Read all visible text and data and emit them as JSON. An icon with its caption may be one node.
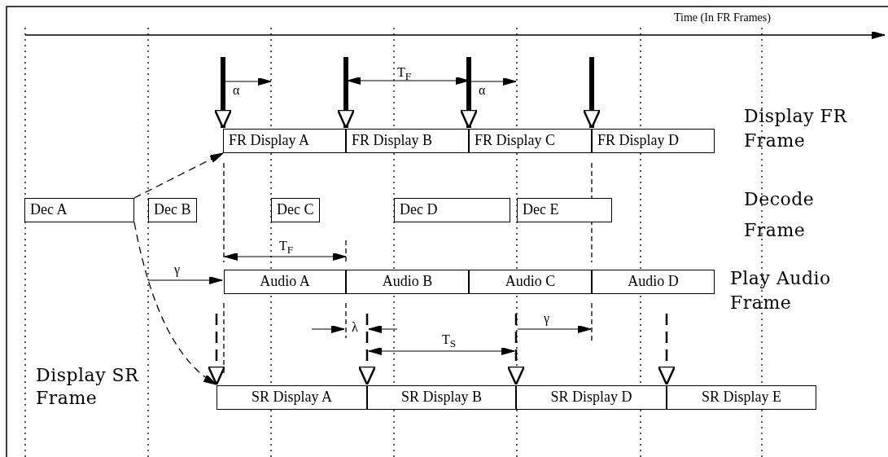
{
  "diagram": {
    "nodes": [
      {
        "text": [
          "FR Display A"
        ]
      },
      {
        "text": [
          "FR Display B"
        ]
      },
      {
        "text": [
          "FR Display C"
        ]
      },
      {
        "text": [
          "FR Display D"
        ]
      },
      {
        "text": [
          "Dec A"
        ]
      },
      {
        "text": [
          "Dec B"
        ]
      },
      {
        "text": [
          "Dec C"
        ]
      },
      {
        "text": [
          "Dec D"
        ]
      },
      {
        "text": [
          "Dec E"
        ]
      },
      {
        "text": [
          "Audio A"
        ]
      },
      {
        "text": [
          "Audio B"
        ]
      },
      {
        "text": [
          "Audio C"
        ]
      },
      {
        "text": [
          "Audio D"
        ]
      },
      {
        "text": [
          "SR Display A"
        ]
      },
      {
        "text": [
          "SR Display B"
        ]
      },
      {
        "text": [
          "SR Display D"
        ]
      },
      {
        "text": [
          "SR Display E"
        ]
      }
    ],
    "edges": [
      {
        "from": null,
        "to": 0,
        "arrow": "to",
        "style": "thick"
      },
      {
        "from": null,
        "to": 1,
        "arrow": "to",
        "style": "thick"
      },
      {
        "from": null,
        "to": 2,
        "arrow": "to",
        "style": "thick"
      },
      {
        "from": null,
        "to": 3,
        "arrow": "to",
        "style": "thick"
      },
      {
        "from": 4,
        "to": 0,
        "arrow": "to",
        "style": "dashed"
      },
      {
        "from": 4,
        "to": 13,
        "arrow": "to",
        "style": "dashed"
      },
      {
        "from": null,
        "to": 13,
        "arrow": "to",
        "style": "dashed"
      },
      {
        "from": null,
        "to": 14,
        "arrow": "to",
        "style": "dashed"
      },
      {
        "from": null,
        "to": 15,
        "arrow": "to",
        "style": "dashed"
      },
      {
        "from": null,
        "to": 16,
        "arrow": "to",
        "style": "dashed"
      }
    ],
    "labels": [
      "Time (In FR Frames)",
      "α",
      "T$_{F}$",
      "α",
      "Display FR Frame",
      "Decode Frame",
      "T$_{F}$",
      "γ",
      "Play Audio Frame",
      "λ",
      "γ",
      "T$_{S}$",
      "Display SR Frame"
    ]
  }
}
